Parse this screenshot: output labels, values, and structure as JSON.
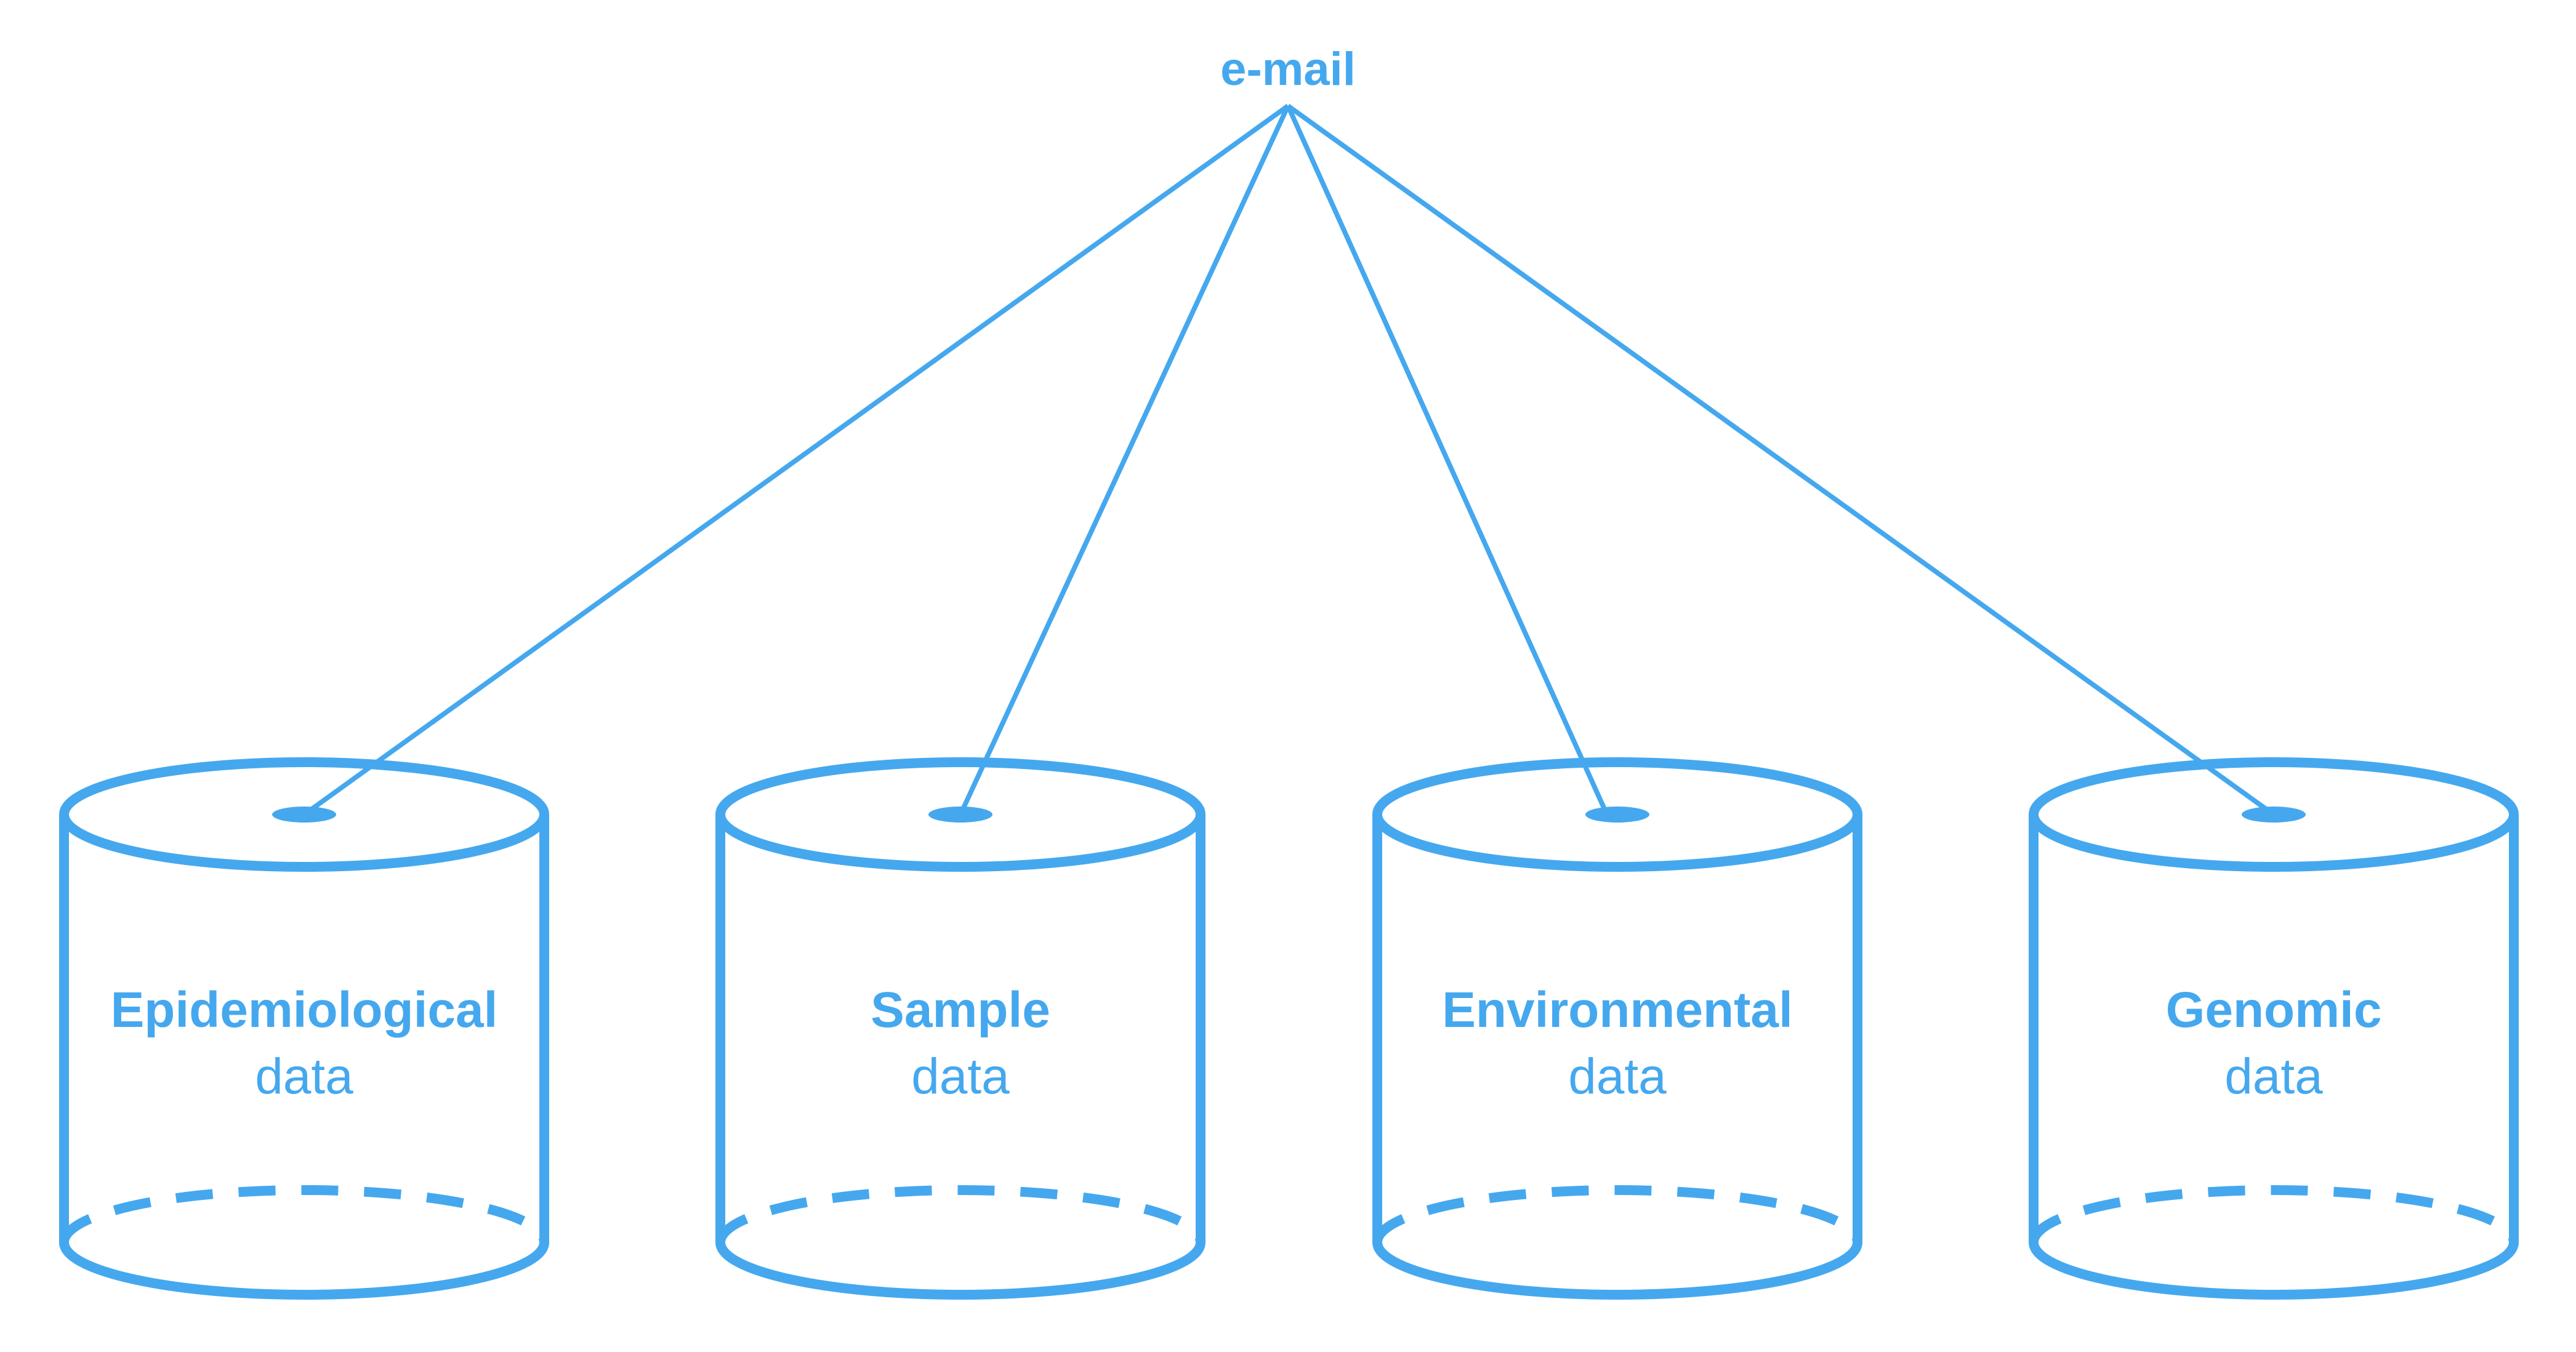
{
  "diagram": {
    "hub": {
      "label": "e-mail"
    },
    "databases": [
      {
        "title": "Epidemiological",
        "subtitle": "data"
      },
      {
        "title": "Sample",
        "subtitle": "data"
      },
      {
        "title": "Environmental",
        "subtitle": "data"
      },
      {
        "title": "Genomic",
        "subtitle": "data"
      }
    ],
    "colors": {
      "accent": "#45a8ee",
      "background": "#ffffff"
    }
  }
}
